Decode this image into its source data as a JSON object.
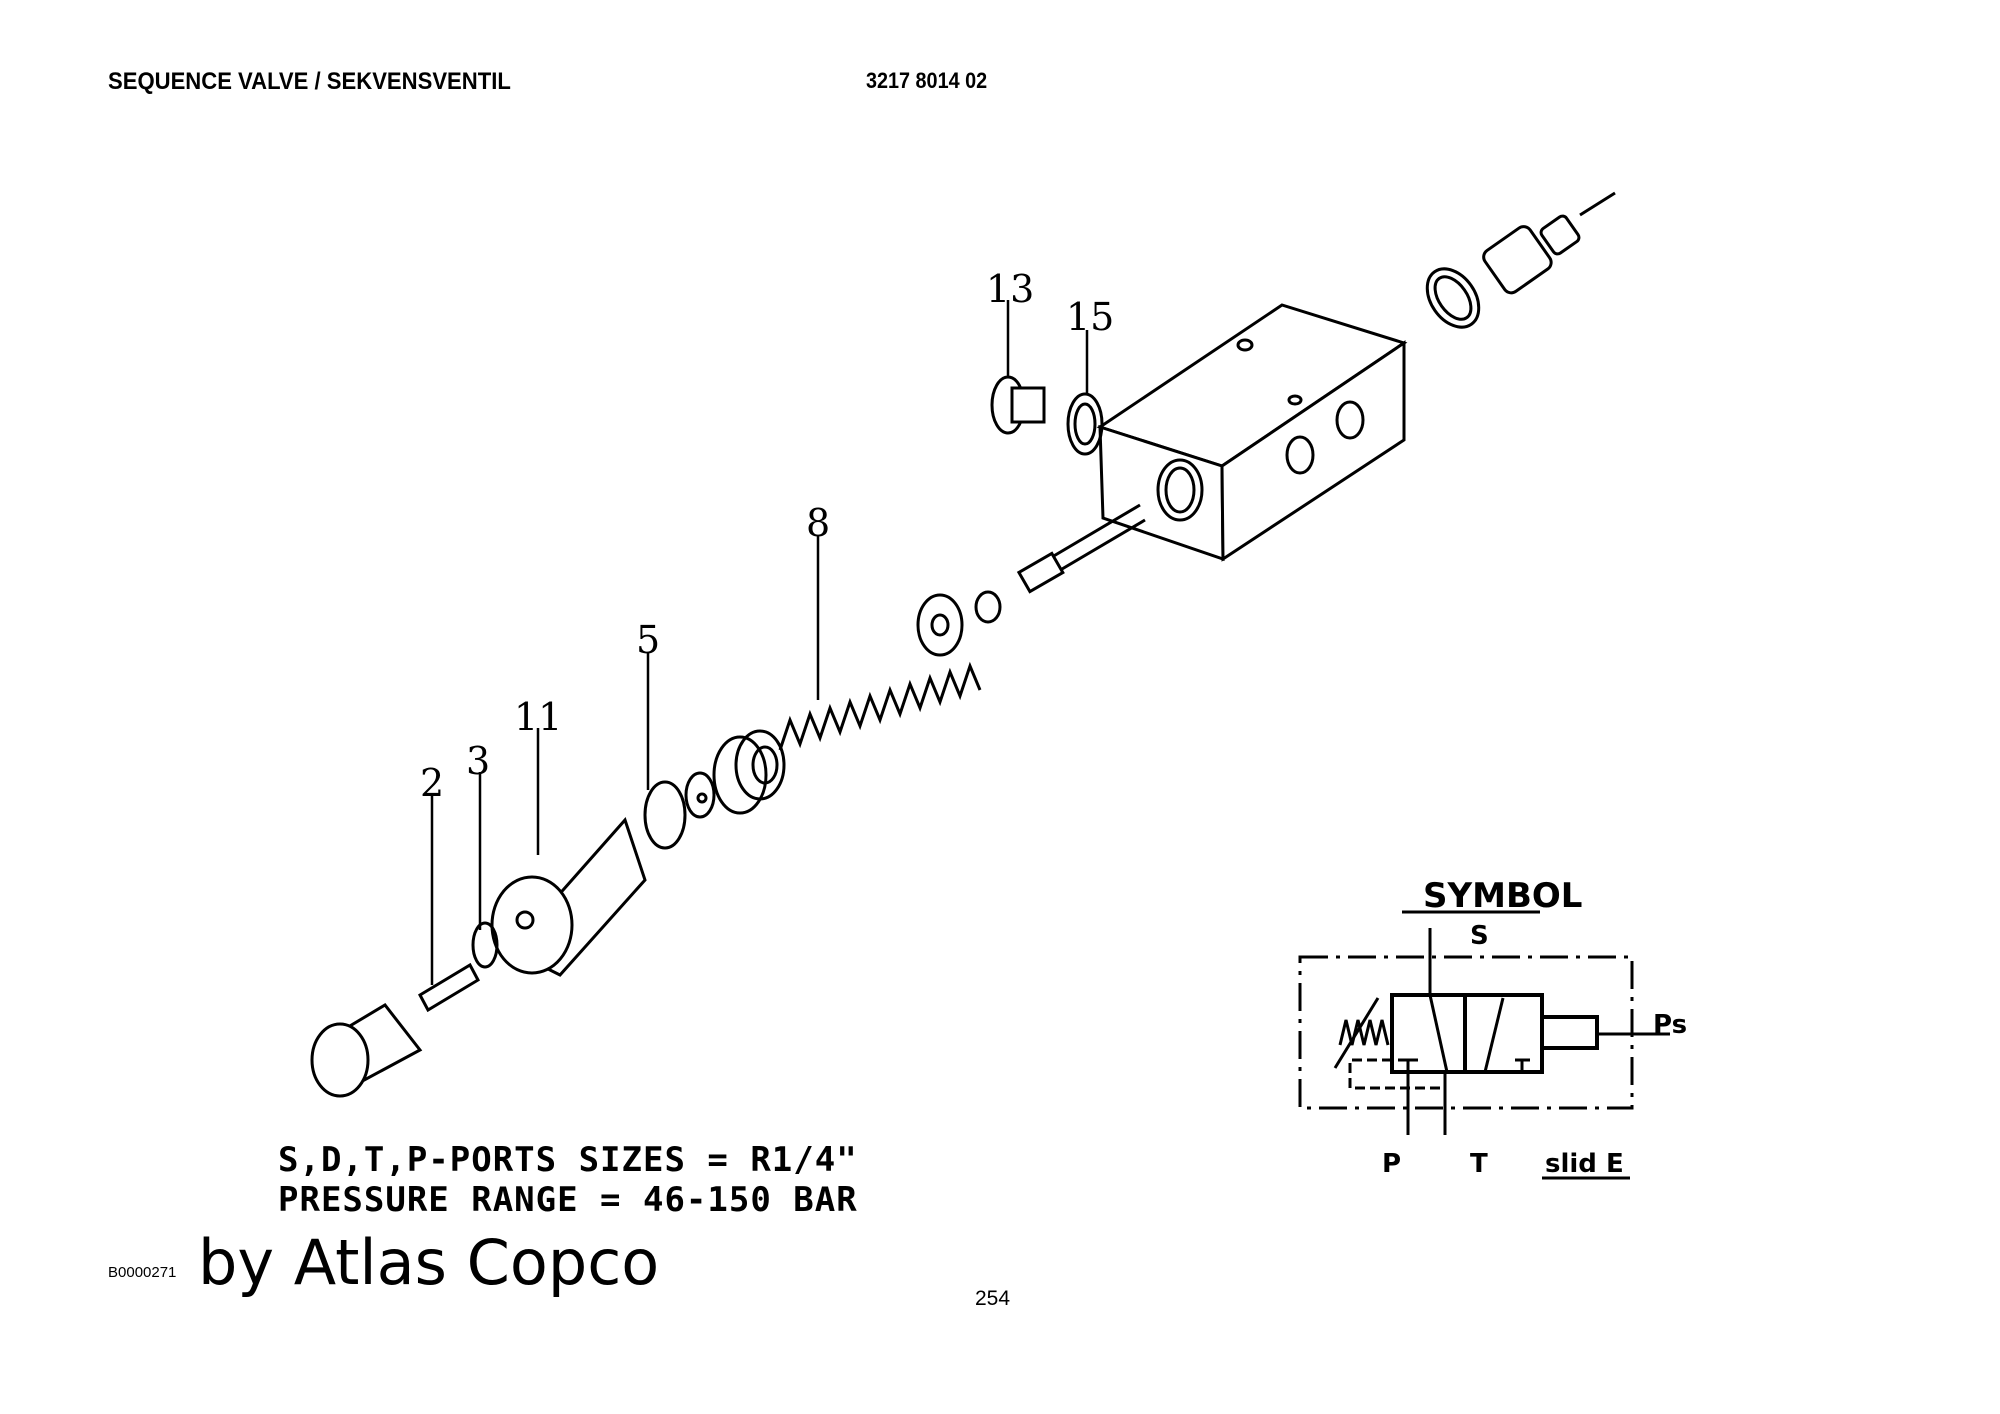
{
  "header": {
    "title": "SEQUENCE VALVE / SEKVENSVENTIL",
    "part_number": "3217 8014 02"
  },
  "callouts": [
    "13",
    "15",
    "8",
    "5",
    "11",
    "3",
    "2"
  ],
  "symbol": {
    "heading": "SYMBOL",
    "port_s": "S",
    "port_ps": "Ps",
    "port_p": "P",
    "port_t": "T",
    "variant": "slid E"
  },
  "specs": {
    "line1": "S,D,T,P-PORTS SIZES = R1/4\"",
    "line2": "PRESSURE RANGE = 46-150 BAR"
  },
  "footer": {
    "code": "B0000271",
    "brand": "by Atlas Copco",
    "page": "254"
  }
}
